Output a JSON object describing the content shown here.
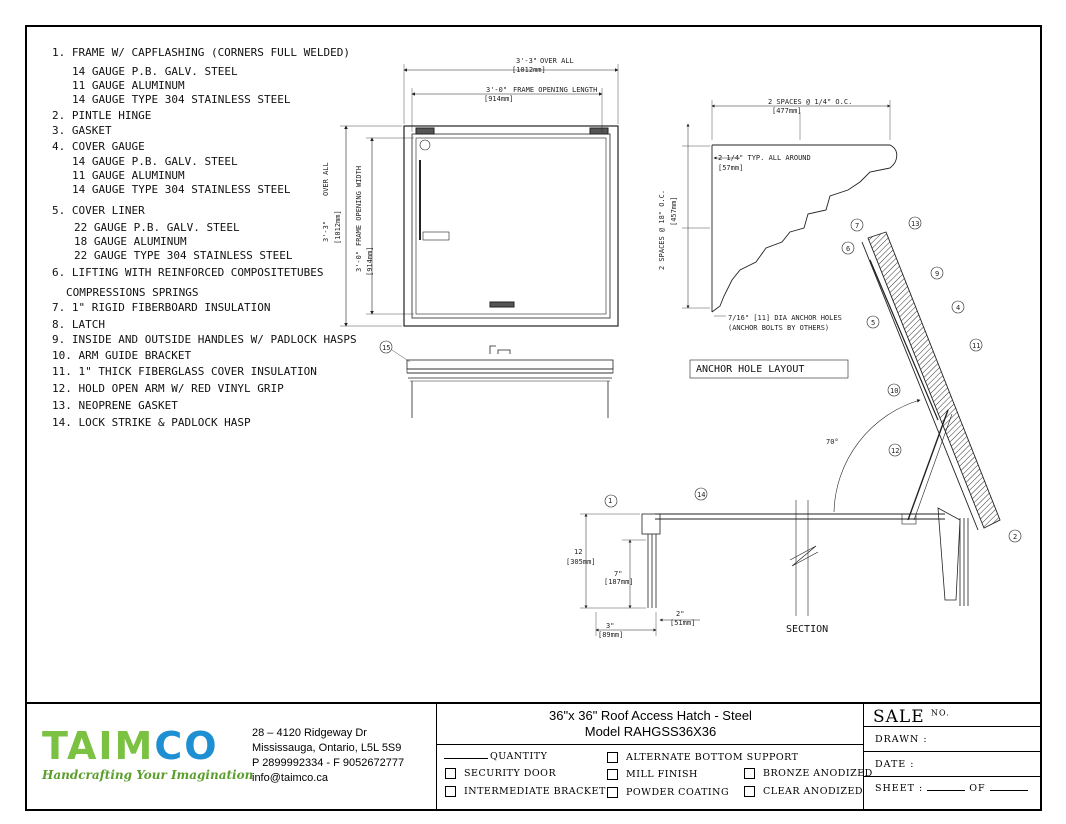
{
  "notes": [
    "1. FRAME W/ CAPFLASHING (CORNERS FULL WELDED)",
    "14 GAUGE P.B. GALV. STEEL",
    "11 GAUGE ALUMINUM",
    "14 GAUGE TYPE 304 STAINLESS STEEL",
    "2. PINTLE HINGE",
    "3. GASKET",
    "4. COVER GAUGE",
    "14 GAUGE P.B. GALV. STEEL",
    "11 GAUGE ALUMINUM",
    "14 GAUGE TYPE 304 STAINLESS STEEL",
    "5. COVER LINER",
    "22 GAUGE P.B. GALV. STEEL",
    "18 GAUGE ALUMINUM",
    "22 GAUGE TYPE 304 STAINLESS STEEL",
    "6. LIFTING WITH REINFORCED COMPOSITETUBES",
    "COMPRESSIONS SPRINGS",
    "7. 1\" RIGID FIBERBOARD INSULATION",
    "8. LATCH",
    "9. INSIDE AND OUTSIDE HANDLES W/ PADLOCK HASPS",
    "10. ARM GUIDE BRACKET",
    "11. 1\" THICK FIBERGLASS COVER INSULATION",
    "12. HOLD OPEN ARM W/ RED VINYL GRIP",
    "13. NEOPRENE GASKET",
    "14. LOCK STRIKE & PADLOCK HASP"
  ],
  "plan": {
    "overall_dim": "3'-3\"",
    "overall_note": "OVER ALL",
    "overall_mm": "[1012mm]",
    "opening_dim": "3'-0\"",
    "opening_note": "FRAME OPENING LENGTH",
    "opening_mm": "[914mm]",
    "side_overall": "3'-3\"",
    "side_overall_note": "OVER ALL",
    "side_overall_mm": "[1012mm]",
    "side_opening": "3'-0\"",
    "side_opening_note": "FRAME OPENING WIDTH",
    "side_opening_mm": "[914mm]"
  },
  "anchor": {
    "spaces_top": "2 SPACES @ 1/4\" O.C.",
    "spaces_top_mm": "[477mm]",
    "typ": "2 1/4\" TYP. ALL AROUND",
    "typ_mm": "[57mm]",
    "spaces_side": "2 SPACES @ 18\" O.C.",
    "spaces_side_mm": "[457mm]",
    "holes": "7/16\" [11] DIA ANCHOR HOLES",
    "holes_note": "(ANCHOR BOLTS BY OTHERS)",
    "caption": "ANCHOR HOLE LAYOUT"
  },
  "section": {
    "angle": "70°",
    "height": "12",
    "height_mm": "[305mm]",
    "curb": "7\"",
    "curb_mm": "[187mm]",
    "w1": "3\"",
    "w1_mm": "[89mm]",
    "w2": "2\"",
    "w2_mm": "[51mm]",
    "caption": "SECTION",
    "callouts": [
      "1",
      "14",
      "2",
      "6",
      "7",
      "13",
      "9",
      "4",
      "5",
      "11",
      "10",
      "12"
    ]
  },
  "side_view_callout": "15",
  "company": {
    "logo_part1": "TAIM",
    "logo_part2": "CO",
    "tagline": "Handcrafting Your Imagination",
    "address1": "28 – 4120 Ridgeway Dr",
    "address2": "Mississauga, Ontario, L5L 5S9",
    "phone": "P 2899992334 - F 9052672777",
    "email": "info@taimco.ca"
  },
  "title": {
    "line1": "36\"x 36\" Roof Access Hatch - Steel",
    "line2": "Model RAHGSS36X36"
  },
  "options": {
    "quantity": "QUANTITY",
    "security_door": "SECURITY DOOR",
    "intermediate_bracket": "INTERMEDIATE BRACKET",
    "alternate_bottom_support": "ALTERNATE BOTTOM SUPPORT",
    "mill_finish": "MILL FINISH",
    "powder_coating": "POWDER COATING",
    "bronze_anodized": "BRONZE ANODIZED",
    "clear_anodized": "CLEAR ANODIZED"
  },
  "sale": {
    "label": "SALE",
    "no": "NO.",
    "drawn": "DRAWN :",
    "date": "DATE :",
    "sheet": "SHEET :",
    "of": "OF"
  }
}
